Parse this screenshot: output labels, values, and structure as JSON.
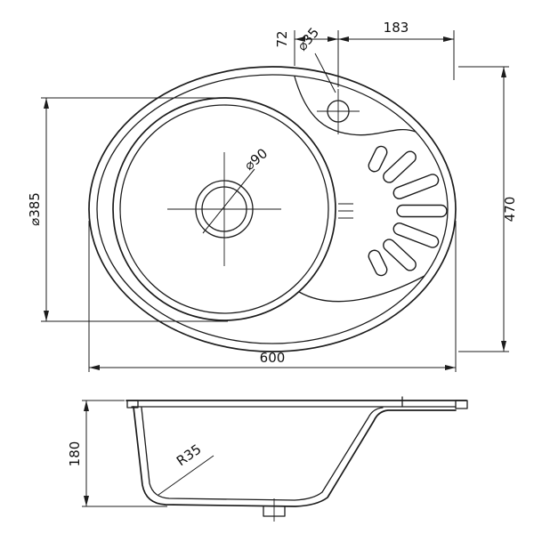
{
  "drawing": {
    "type": "technical-dimension-drawing",
    "subject": "oval kitchen sink with drainboard, top view and side section view",
    "ink_color": "#1c1c1c",
    "background_color": "#ffffff"
  },
  "top_view": {
    "labels": {
      "faucet_offset": "72",
      "faucet_hole_diameter": "⌀35",
      "faucet_to_edge": "183",
      "bowl_diameter": "⌀385",
      "overall_height": "470",
      "overall_width": "600",
      "drain_diameter": "⌀90"
    }
  },
  "side_view": {
    "labels": {
      "bowl_depth": "180",
      "corner_radius": "R35"
    }
  }
}
